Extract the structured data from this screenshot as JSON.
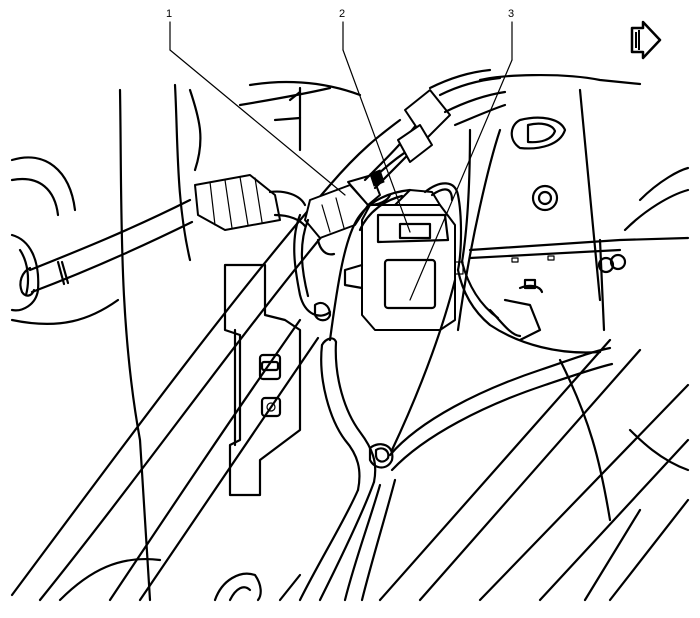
{
  "callouts": {
    "c1": "1",
    "c2": "2",
    "c3": "3"
  },
  "icons": {
    "orientation_arrow": "front-of-vehicle-arrow-icon"
  },
  "colors": {
    "line": "#000000",
    "background": "#ffffff"
  }
}
